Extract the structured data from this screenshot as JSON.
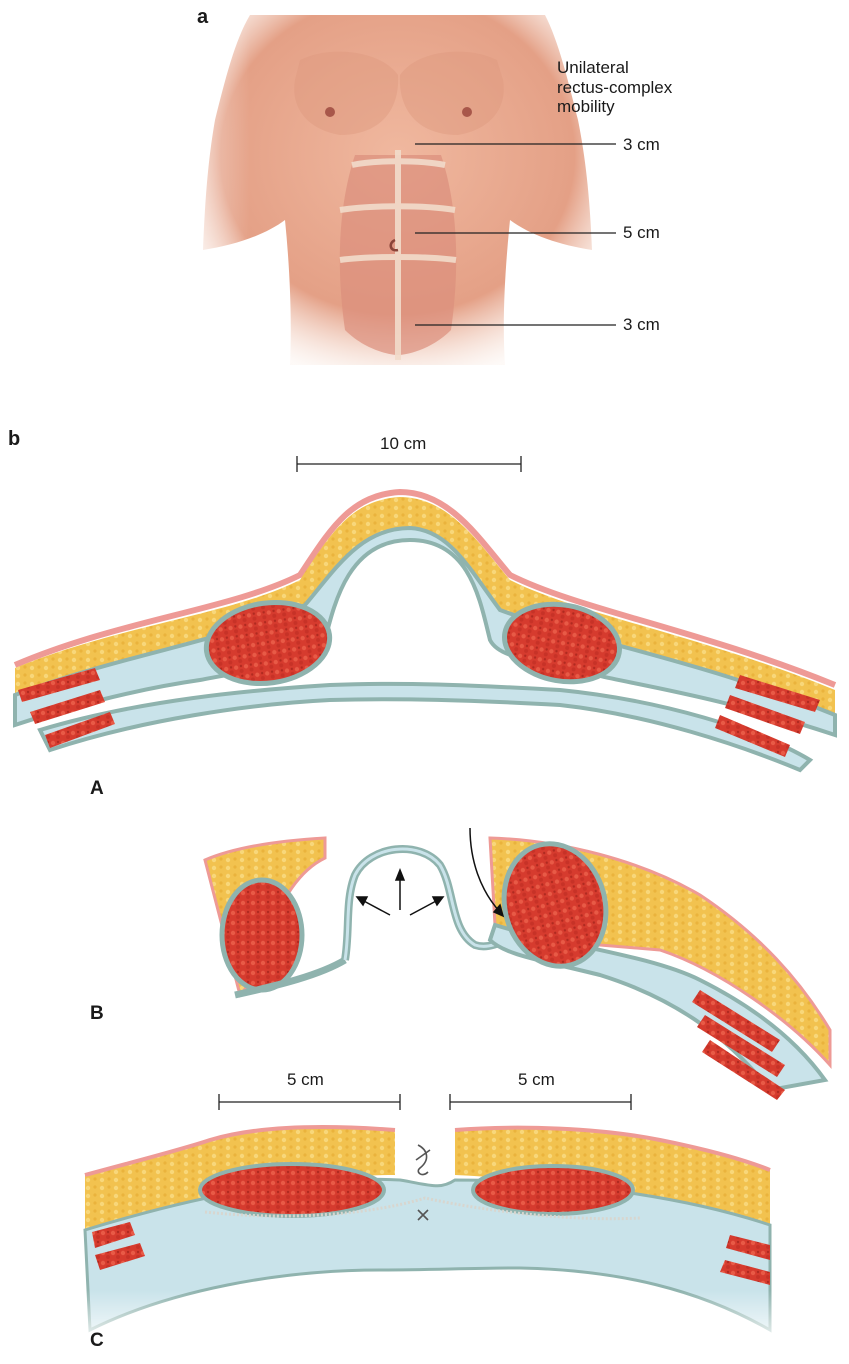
{
  "panel_a": {
    "letter": "a",
    "heading_lines": [
      "Unilateral",
      "rectus-complex",
      "mobility"
    ],
    "measures": [
      "3 cm",
      "5 cm",
      "3 cm"
    ]
  },
  "panel_b": {
    "letter": "b",
    "A": {
      "letter": "A",
      "width_label": "10 cm"
    },
    "B": {
      "letter": "B"
    },
    "C": {
      "letter": "C",
      "left_label": "5 cm",
      "right_label": "5 cm"
    }
  },
  "colors": {
    "skin": "#e8a48a",
    "skin_edge": "#ee9a96",
    "fat": "#f2c24f",
    "fascia": "#c9e3ea",
    "fascia_edge": "#8fb3ae",
    "muscle": "#d63b2e",
    "muscle_dark": "#9e1e17",
    "rectus_lines": "#f2dccb"
  }
}
